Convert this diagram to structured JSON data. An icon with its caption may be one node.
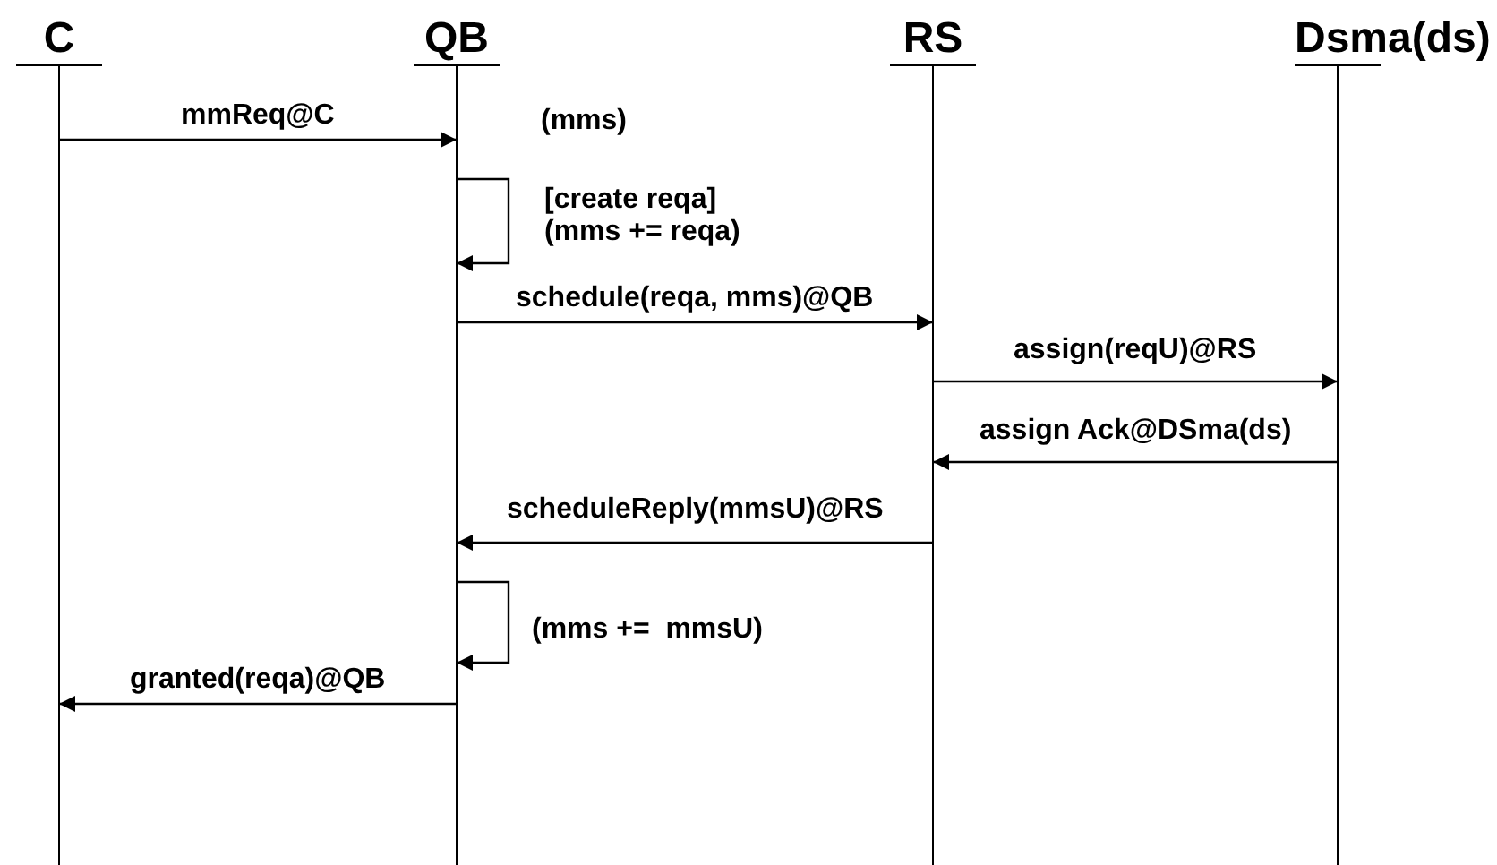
{
  "diagram": {
    "nodes": [
      {
        "text": [
          "C"
        ]
      },
      {
        "text": [
          "QB"
        ]
      },
      {
        "text": [
          "RS"
        ]
      },
      {
        "text": [
          "Dsma(ds)"
        ]
      }
    ],
    "edges": [
      {
        "from": 0,
        "to": 1,
        "arrow": "to",
        "label": "mmReq@C"
      },
      {
        "from": 1,
        "to": 1,
        "arrow": "to",
        "label": "[create reqa] (mms += reqa)"
      },
      {
        "from": 1,
        "to": 2,
        "arrow": "to",
        "label": "schedule(reqa, mms)@QB"
      },
      {
        "from": 2,
        "to": 3,
        "arrow": "to",
        "label": "assign(reqU)@RS"
      },
      {
        "from": 3,
        "to": 2,
        "arrow": "to",
        "label": "assign Ack@DSma(ds)"
      },
      {
        "from": 2,
        "to": 1,
        "arrow": "to",
        "label": "scheduleReply(mmsU)@RS"
      },
      {
        "from": 1,
        "to": 1,
        "arrow": "to",
        "label": "(mms +=  mmsU)"
      },
      {
        "from": 1,
        "to": 0,
        "arrow": "to",
        "label": "granted(reqa)@QB"
      }
    ],
    "labels": [
      "(mms)"
    ]
  }
}
